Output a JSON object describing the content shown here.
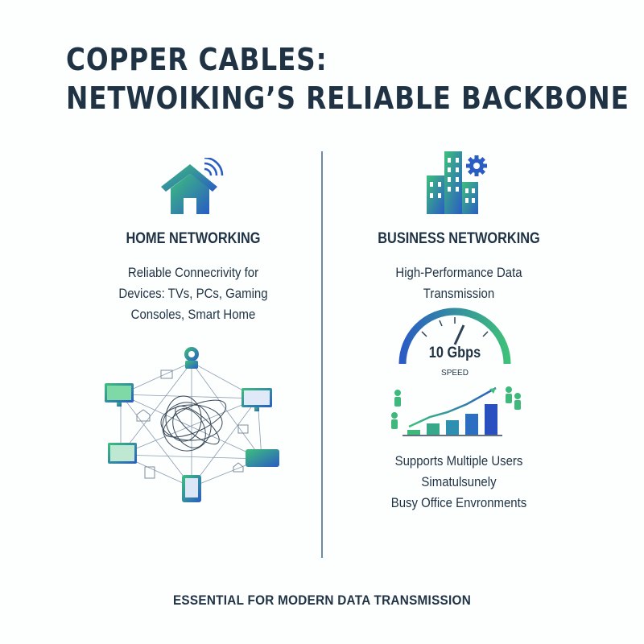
{
  "title": {
    "line1": "COPPER CABLES:",
    "line2": "NETWOIKING’S RELIABLE BACKBONE"
  },
  "home": {
    "heading": "HOME NETWORKING",
    "desc_lines": [
      "Reliable Connecrivity for",
      "Devices: TVs, PCs, Gaming",
      "Consoles, Smart Home"
    ]
  },
  "business": {
    "heading": "BUSINESS NETWORKING",
    "desc_lines": [
      "High-Performance Data",
      "Transmission"
    ],
    "gauge_value": "10 Gbps",
    "gauge_label": "SPEED",
    "support_lines": [
      "Supports Multiple Users",
      "Simatulsunely",
      "Busy Office Envronments"
    ]
  },
  "footer": "ESSENTIAL FOR MODERN DATA TRANSMISSION",
  "colors": {
    "text": "#1f3344",
    "green": "#3cbf7a",
    "blue": "#2a5cc4",
    "divider": "#6f8aa8"
  },
  "icons": [
    "house-wifi-icon",
    "office-building-gear-icon",
    "device-network-icon",
    "speed-gauge-icon",
    "users-growth-chart-icon"
  ]
}
